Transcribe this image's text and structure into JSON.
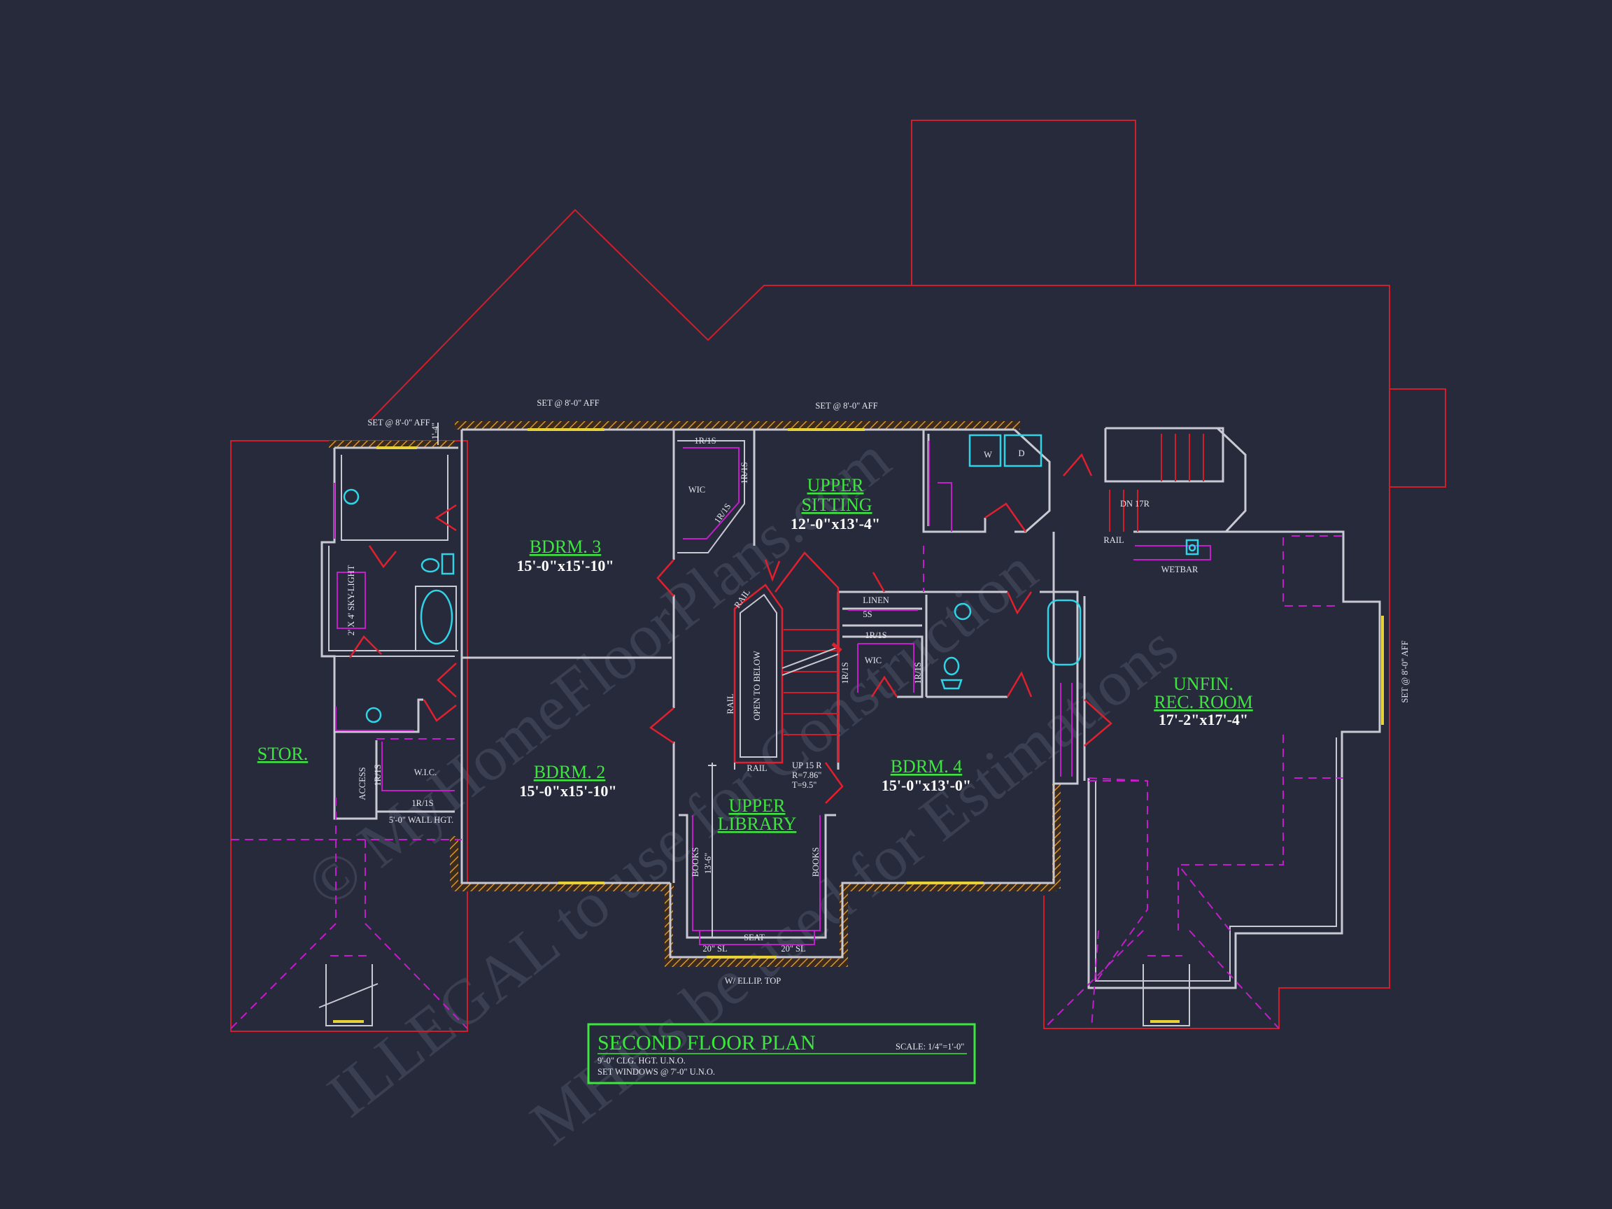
{
  "watermark": {
    "line1": "© MyHomeFloorPlans.com",
    "line2": "ILLEGAL to use for Construction",
    "line3": "MHF's be used for Estimations"
  },
  "title_block": {
    "title": "SECOND FLOOR PLAN",
    "scale": "SCALE: 1/4\"=1'-0\"",
    "note1": "9'-0\" CLG. HGT. U.N.O.",
    "note2": "SET WINDOWS @ 7'-0\" U.N.O."
  },
  "rooms": {
    "bdrm3": {
      "name": "BDRM. 3",
      "size": "15'-0\"x15'-10\""
    },
    "bdrm2": {
      "name": "BDRM. 2",
      "size": "15'-0\"x15'-10\""
    },
    "bdrm4": {
      "name": "BDRM. 4",
      "size": "15'-0\"x13'-0\""
    },
    "sitting": {
      "line1": "UPPER",
      "line2": "SITTING",
      "size": "12'-0\"x13'-4\""
    },
    "library": {
      "line1": "UPPER",
      "line2": "LIBRARY"
    },
    "rec": {
      "line1": "UNFIN.",
      "line2": "REC. ROOM",
      "size": "17'-2\"x17'-4\""
    },
    "stor": {
      "name": "STOR."
    }
  },
  "notes": {
    "set_aff": "SET @ 8'-0\" AFF",
    "dim_1_4": "1'-4\"",
    "ir_is": "1R/1S",
    "wic": "WIC",
    "wic2": "W.I.C.",
    "linen": "LINEN",
    "five_s": "5S",
    "rail": "RAIL",
    "open_below": "OPEN TO BELOW",
    "up_stairs": "UP 15 R",
    "riser": "R=7.86\"",
    "tread": "T=9.5\"",
    "dn": "DN 17R",
    "wetbar": "WETBAR",
    "washer": "W",
    "dryer": "D",
    "skylight": "2' X 4' SKY-LIGHT",
    "access": "ACCESS",
    "wall_hgt": "5'-0\" WALL HGT.",
    "books": "BOOKS",
    "dim_13_6": "13'-6\"",
    "seat": "SEAT",
    "sl20": "20\" SL",
    "ellip": "W/ ELLIP. TOP"
  }
}
